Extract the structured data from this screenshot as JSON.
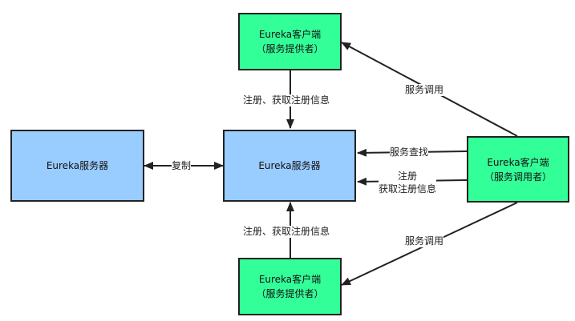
{
  "nodes": {
    "server_left": {
      "line1": "Eureka服务器"
    },
    "server_center": {
      "line1": "Eureka服务器"
    },
    "provider_top": {
      "line1": "Eureka客户端",
      "line2": "（服务提供者）"
    },
    "provider_bottom": {
      "line1": "Eureka客户端",
      "line2": "（服务提供者）"
    },
    "consumer": {
      "line1": "Eureka客户端",
      "line2": "（服务调用者）"
    }
  },
  "edges": {
    "replicate": "复制",
    "register_top": "注册、获取注册信息",
    "register_bottom": "注册、获取注册信息",
    "lookup": "服务查找",
    "consumer_register_line1": "注册",
    "consumer_register_line2": "获取注册信息",
    "invoke_top": "服务调用",
    "invoke_bottom": "服务调用"
  },
  "colors": {
    "server_fill": "#99ccff",
    "client_fill": "#33ff99",
    "stroke": "#222222"
  }
}
